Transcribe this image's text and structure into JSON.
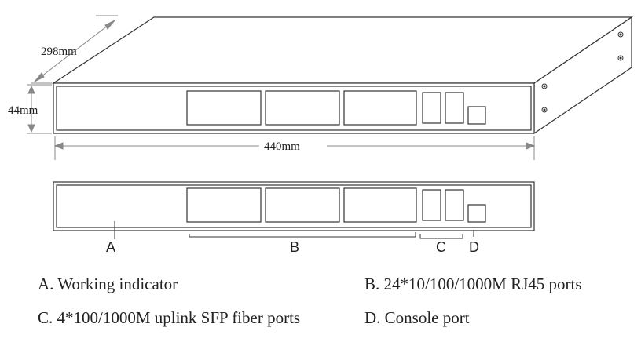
{
  "dimensions": {
    "depth": "298mm",
    "height": "44mm",
    "width": "440mm"
  },
  "callouts": {
    "a": "A",
    "b": "B",
    "c": "C",
    "d": "D"
  },
  "legend": {
    "a": "A. Working indicator",
    "b": "B. 24*10/100/1000M RJ45 ports",
    "c": "C. 4*100/1000M uplink SFP fiber ports",
    "d": "D. Console port"
  }
}
